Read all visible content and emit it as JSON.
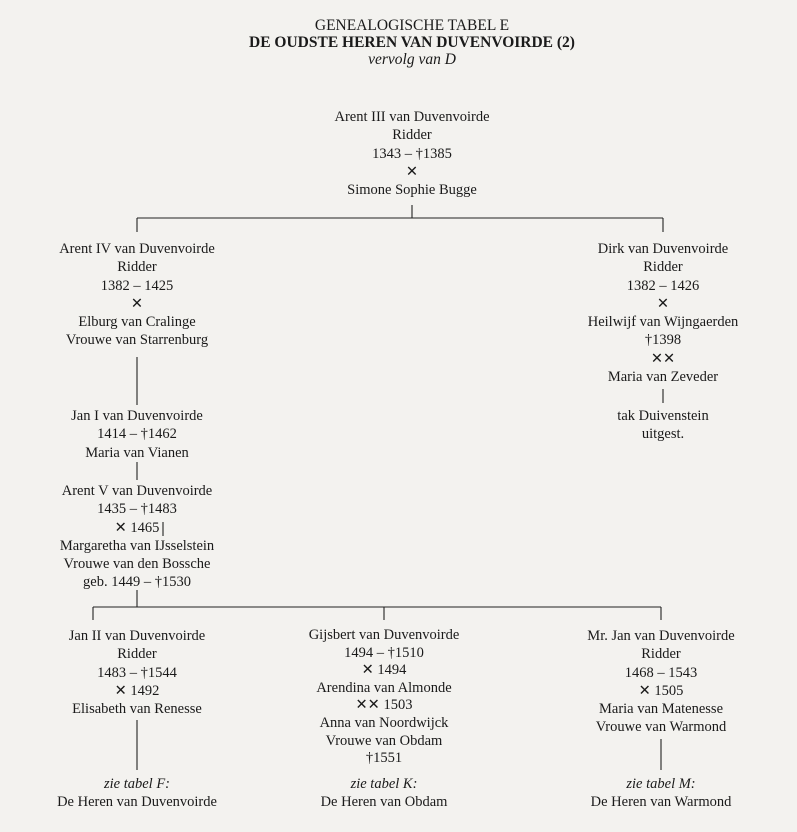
{
  "header": {
    "line1": "GENEALOGISCHE TABEL E",
    "line2": "DE OUDSTE HEREN VAN DUVENVOIRDE (2)",
    "line3": "vervolg van D"
  },
  "root": {
    "lines": [
      "Arent III van Duvenvoirde",
      "Ridder",
      "1343 – †1385",
      "✕",
      "Simone Sophie Bugge"
    ]
  },
  "gen2_left": {
    "lines": [
      "Arent IV van Duvenvoirde",
      "Ridder",
      "1382 – 1425",
      "✕",
      "Elburg van Cralinge",
      "Vrouwe van Starrenburg"
    ]
  },
  "gen2_right": {
    "lines": [
      "Dirk van Duvenvoirde",
      "Ridder",
      "1382 – 1426",
      "✕",
      "Heilwijf van Wijngaerden",
      "†1398",
      "✕✕",
      "Maria van Zeveder"
    ]
  },
  "gen2_right_note": {
    "lines": [
      "tak Duivenstein",
      "uitgest."
    ]
  },
  "gen3": {
    "lines": [
      "Jan I van Duvenvoirde",
      "1414 – †1462",
      "Maria van Vianen"
    ]
  },
  "gen4": {
    "lines": [
      "Arent V van Duvenvoirde",
      "1435 – †1483",
      "✕ 1465",
      "Margaretha van IJsselstein",
      "Vrouwe van den Bossche",
      "geb. 1449 – †1530"
    ]
  },
  "child_left": {
    "lines": [
      "Jan II van Duvenvoirde",
      "Ridder",
      "1483 – †1544",
      "✕ 1492",
      "Elisabeth van Renesse"
    ]
  },
  "child_left_ref": {
    "lines": [
      "zie tabel F:",
      "De Heren van Duvenvoirde"
    ]
  },
  "child_mid": {
    "lines": [
      "Gijsbert van Duvenvoirde",
      "1494 – †1510",
      "✕ 1494",
      "Arendina van Almonde",
      "✕✕ 1503",
      "Anna van Noordwijck",
      "Vrouwe van Obdam",
      "†1551"
    ]
  },
  "child_mid_ref": {
    "lines": [
      "zie tabel K:",
      "De Heren van Obdam"
    ]
  },
  "child_right": {
    "lines": [
      "Mr. Jan van Duvenvoirde",
      "Ridder",
      "1468 – 1543",
      "✕ 1505",
      "Maria van Matenesse",
      "Vrouwe van Warmond"
    ]
  },
  "child_right_ref": {
    "lines": [
      "zie tabel M:",
      "De Heren van Warmond"
    ]
  }
}
